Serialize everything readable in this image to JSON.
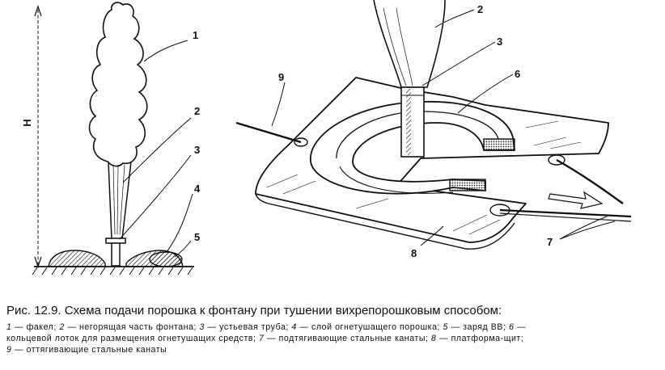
{
  "figure": {
    "height_label": "Н",
    "callouts": {
      "left_1": "1",
      "left_2": "2",
      "left_3": "3",
      "left_4": "4",
      "left_5": "5",
      "right_2": "2",
      "right_3": "3",
      "right_6": "6",
      "right_9": "9",
      "right_7": "7",
      "right_8": "8"
    }
  },
  "caption": {
    "title": "Рис. 12.9. Схема подачи порошка к фонтану при тушении вихрепорошковым способом:",
    "legend_lines": [
      [
        {
          "n": "1",
          "t": " — факел; "
        },
        {
          "n": "2",
          "t": " — негорящая часть фонтана; "
        },
        {
          "n": "3",
          "t": " — устьевая труба; "
        },
        {
          "n": "4",
          "t": " — слой огнетушащего порошка; "
        },
        {
          "n": "5",
          "t": " — заряд ВВ; "
        },
        {
          "n": "6",
          "t": " —"
        }
      ],
      [
        {
          "n": "",
          "t": "кольцевой лоток для размещения огнетушащих средств; "
        },
        {
          "n": "7",
          "t": " — подтягивающие стальные канаты; "
        },
        {
          "n": "8",
          "t": " — платформа-щит;"
        }
      ],
      [
        {
          "n": "9",
          "t": " — оттягивающие стальные канаты"
        }
      ]
    ]
  }
}
